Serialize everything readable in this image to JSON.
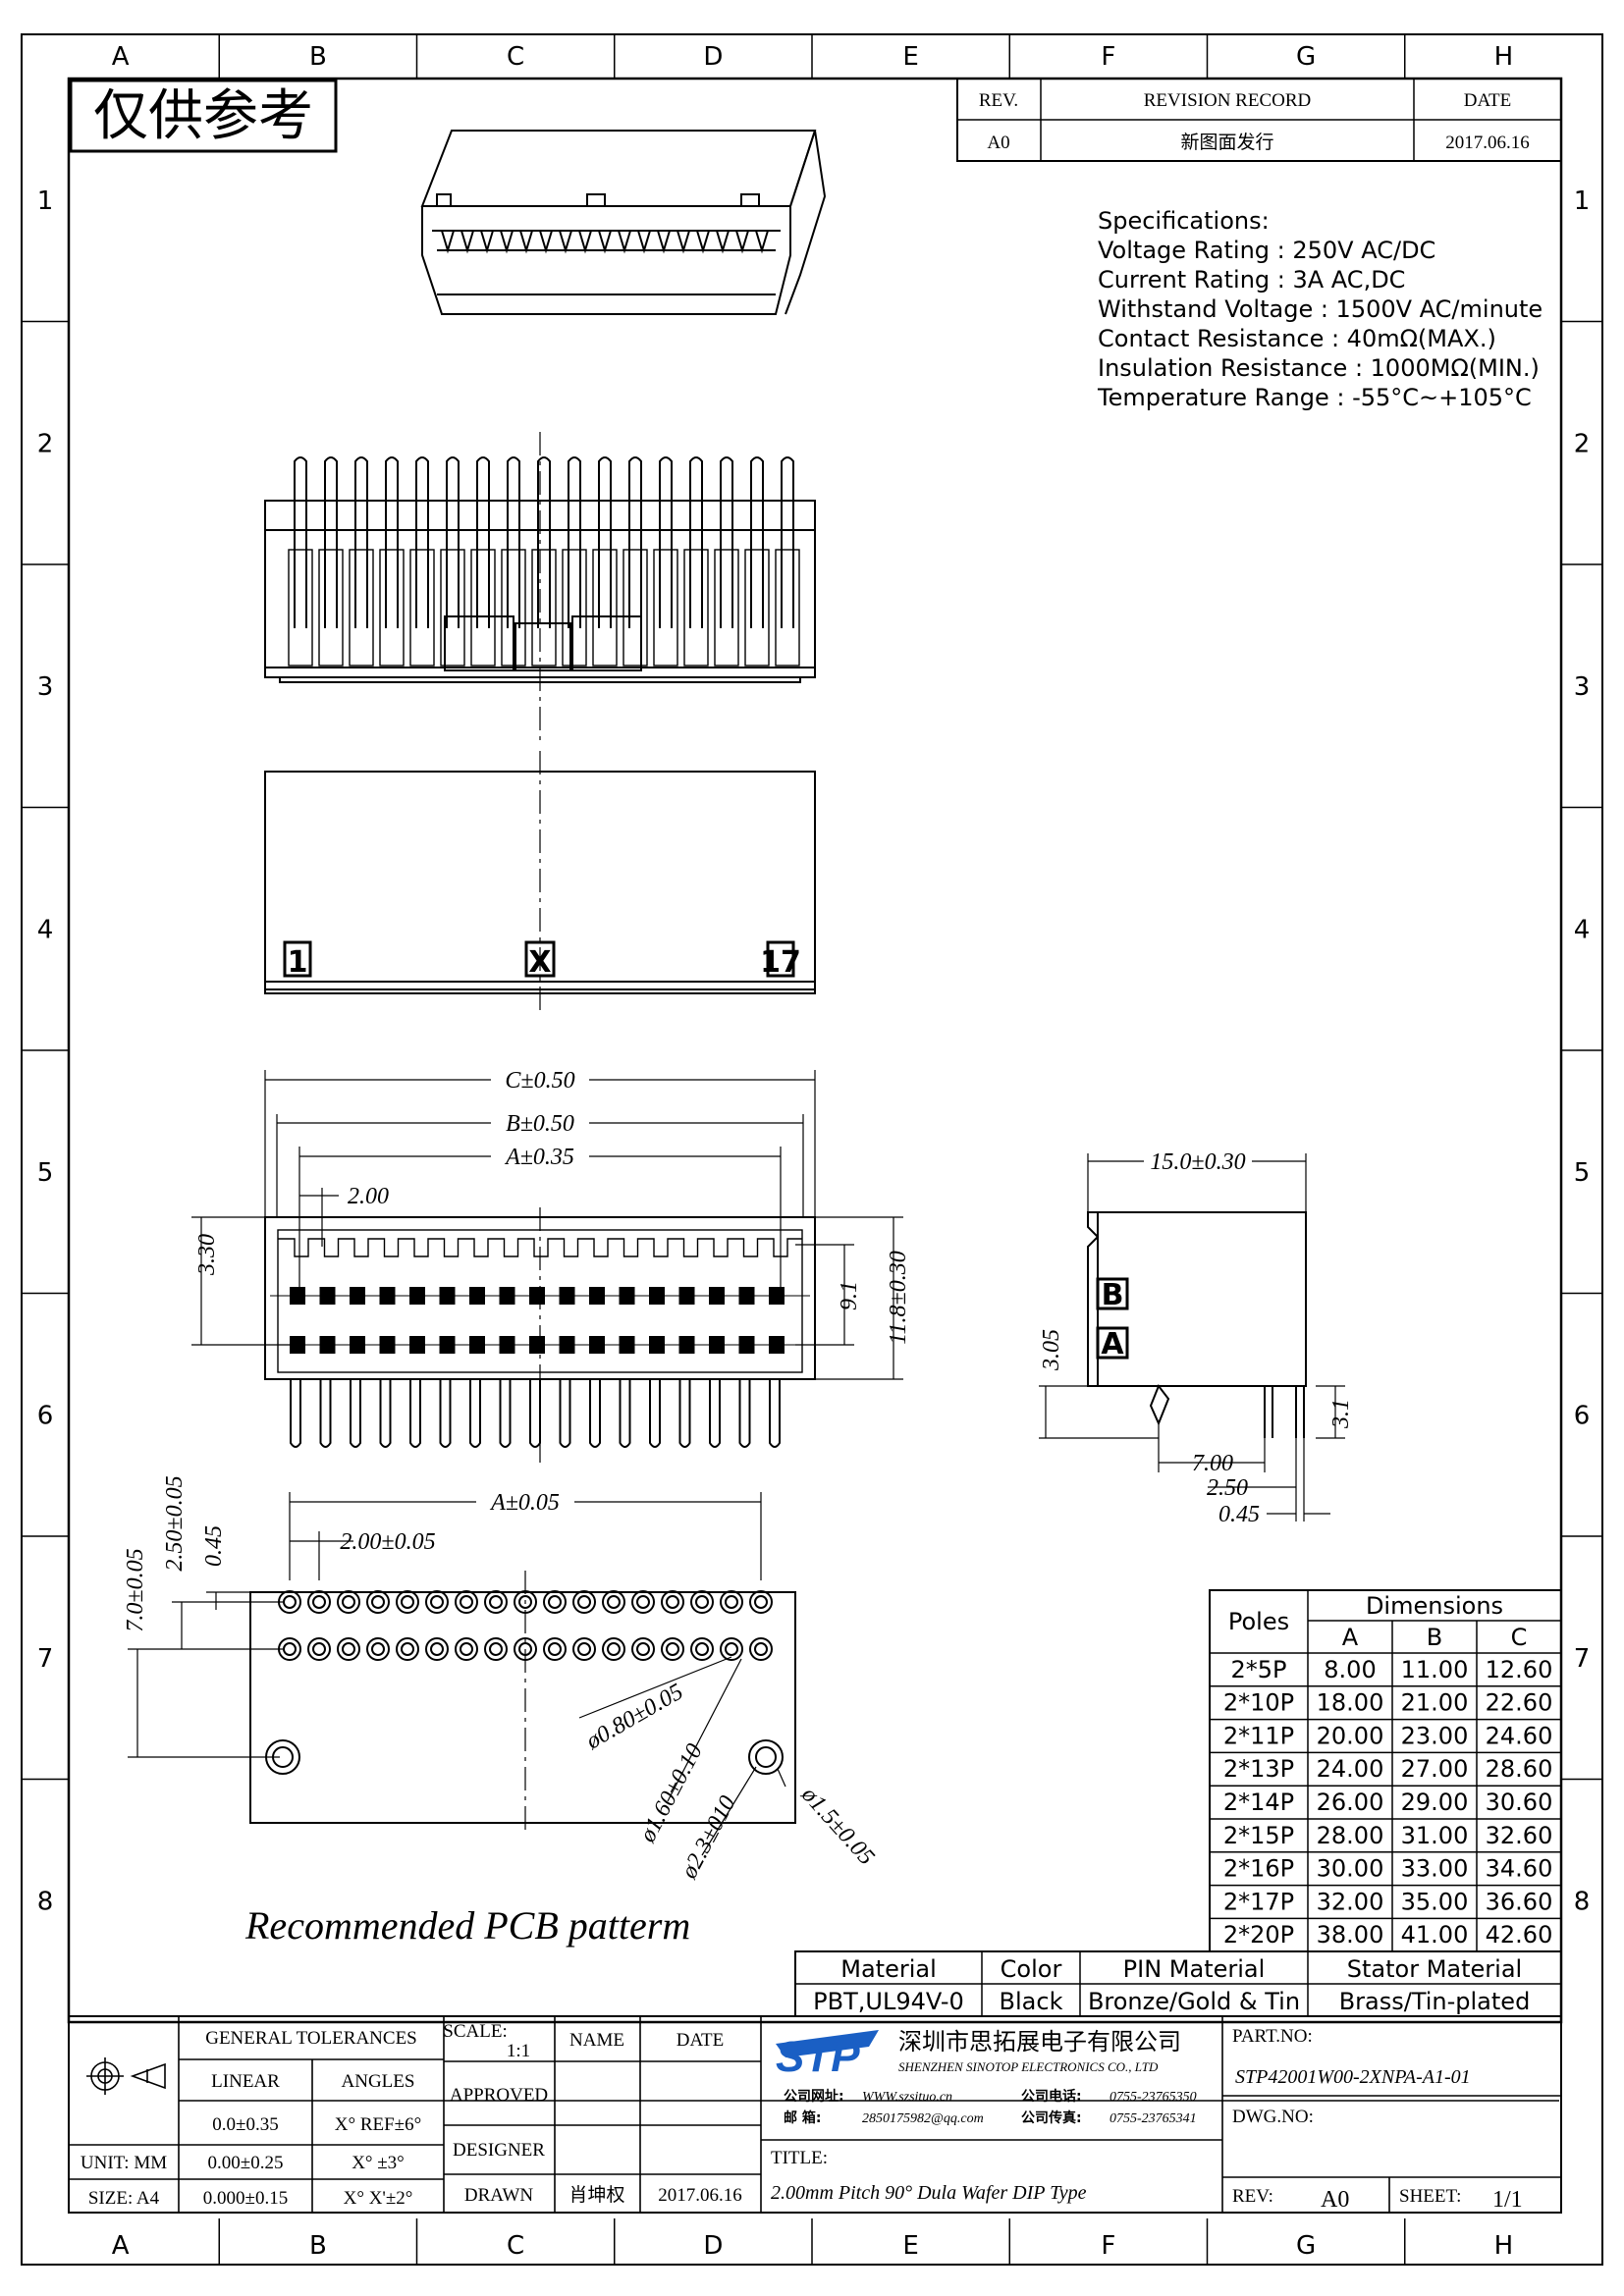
{
  "stamp": "仅供参考",
  "grid": {
    "columns": [
      "A",
      "B",
      "C",
      "D",
      "E",
      "F",
      "G",
      "H"
    ],
    "rows": [
      "1",
      "2",
      "3",
      "4",
      "5",
      "6",
      "7",
      "8"
    ]
  },
  "revision": {
    "headers": [
      "REV.",
      "REVISION RECORD",
      "DATE"
    ],
    "row": [
      "A0",
      "新图面发行",
      "2017.06.16"
    ]
  },
  "specs": {
    "title": "Specifications:",
    "lines": [
      "Voltage Rating : 250V AC/DC",
      "Current Rating : 3A AC,DC",
      "Withstand Voltage : 1500V AC/minute",
      "Contact Resistance : 40mΩ(MAX.)",
      "Insulation Resistance : 1000MΩ(MIN.)",
      "Temperature Range : -55°C~+105°C"
    ]
  },
  "front_view": {
    "markers": [
      "1",
      "X",
      "17"
    ]
  },
  "top_dims": {
    "c": "C±0.50",
    "b": "B±0.50",
    "a": "A±0.35",
    "pitch": "2.00",
    "h1": "3.30",
    "h2": "9.1",
    "h3": "11.8±0.30"
  },
  "side_dims": {
    "w": "15.0±0.30",
    "h": "3.05",
    "pin": "3.1",
    "d1": "7.00",
    "d2": "2.50",
    "d3": "0.45",
    "rows": [
      "B",
      "A"
    ]
  },
  "pcb": {
    "a": "A±0.05",
    "pitch": "2.00±0.05",
    "v1": "7.0±0.05",
    "v2": "2.50±0.05",
    "v3": "0.45",
    "hole1": "ø0.80±0.05",
    "hole2": "ø1.60±0.10",
    "hole3": "ø2.3±010",
    "hole4": "ø1.5±0.05",
    "caption": "Recommended PCB patterm"
  },
  "dimensions_table": {
    "poles_label": "Poles",
    "dims_label": "Dimensions",
    "cols": [
      "A",
      "B",
      "C"
    ],
    "rows": [
      {
        "p": "2*5P",
        "a": "8.00",
        "b": "11.00",
        "c": "12.60"
      },
      {
        "p": "2*10P",
        "a": "18.00",
        "b": "21.00",
        "c": "22.60"
      },
      {
        "p": "2*11P",
        "a": "20.00",
        "b": "23.00",
        "c": "24.60"
      },
      {
        "p": "2*13P",
        "a": "24.00",
        "b": "27.00",
        "c": "28.60"
      },
      {
        "p": "2*14P",
        "a": "26.00",
        "b": "29.00",
        "c": "30.60"
      },
      {
        "p": "2*15P",
        "a": "28.00",
        "b": "31.00",
        "c": "32.60"
      },
      {
        "p": "2*16P",
        "a": "30.00",
        "b": "33.00",
        "c": "34.60"
      },
      {
        "p": "2*17P",
        "a": "32.00",
        "b": "35.00",
        "c": "36.60"
      },
      {
        "p": "2*20P",
        "a": "38.00",
        "b": "41.00",
        "c": "42.60"
      }
    ]
  },
  "material": {
    "headers": [
      "Material",
      "Color",
      "PIN Material",
      "Stator Material"
    ],
    "values": [
      "PBT,UL94V-0",
      "Black",
      "Bronze/Gold & Tin",
      "Brass/Tin-plated"
    ]
  },
  "title_block": {
    "general_tolerances": "GENERAL TOLERANCES",
    "linear": "LINEAR",
    "angles": "ANGLES",
    "tol_rows": [
      {
        "lead": "",
        "lin": "0.0±0.35",
        "ang": "X° REF±6°"
      },
      {
        "lead": "UNIT: MM",
        "lin": "0.00±0.25",
        "ang": "X° ±3°"
      },
      {
        "lead": "SIZE: A4",
        "lin": "0.000±0.15",
        "ang": "X° X'±2°"
      }
    ],
    "scale_label": "SCALE:",
    "scale": "1:1",
    "name": "NAME",
    "date": "DATE",
    "approved": "APPROVED",
    "designer": "DESIGNER",
    "drawn": "DRAWN",
    "drawn_name": "肖坤权",
    "drawn_date": "2017.06.16",
    "company_cn": "深圳市思拓展电子有限公司",
    "company_en": "SHENZHEN SINOTOP ELECTRONICS CO., LTD",
    "web_label": "公司网址:",
    "web": "WWW.szsituo.cn",
    "phone_label": "公司电话:",
    "phone": "0755-23765350",
    "mail_label": "邮 箱:",
    "mail": "2850175982@qq.com",
    "fax_label": "公司传真:",
    "fax": "0755-23765341",
    "part_no_label": "PART.NO:",
    "part_no": "STP42001W00-2XNPA-A1-01",
    "dwg_no_label": "DWG.NO:",
    "title_label": "TITLE:",
    "title": "2.00mm Pitch 90° Dula Wafer DIP Type",
    "rev_label": "REV:",
    "rev": "A0",
    "sheet_label": "SHEET:",
    "sheet": "1/1"
  }
}
